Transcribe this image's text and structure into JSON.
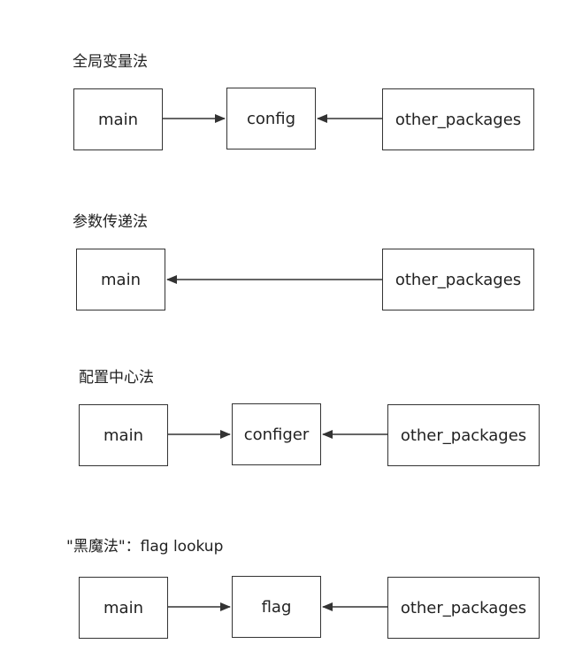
{
  "sections": [
    {
      "title": "全局变量法",
      "boxes": {
        "left": "main",
        "middle": "config",
        "right": "other_packages"
      }
    },
    {
      "title": "参数传递法",
      "boxes": {
        "left": "main",
        "right": "other_packages"
      }
    },
    {
      "title": "配置中心法",
      "boxes": {
        "left": "main",
        "middle": "configer",
        "right": "other_packages"
      }
    },
    {
      "title": "\"黑魔法\"：flag lookup",
      "boxes": {
        "left": "main",
        "middle": "flag",
        "right": "other_packages"
      }
    }
  ],
  "colors": {
    "stroke": "#333333",
    "text": "#222222",
    "background": "#ffffff"
  }
}
